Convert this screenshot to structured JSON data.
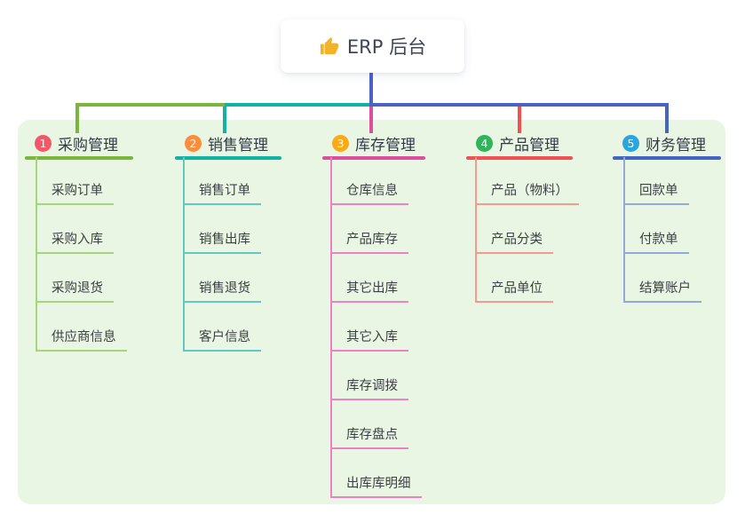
{
  "root": {
    "title": "ERP 后台",
    "icon": "thumbs-up-icon"
  },
  "colors": {
    "canvas": "#ffffff",
    "panel": "#e9f6e3",
    "root_line": "#4a61c6",
    "thumb_icon": "#f2b32a",
    "root_text": "#3d4656"
  },
  "bus": {
    "segments": [
      {
        "name": "bus-green",
        "color": "#7ab63c"
      },
      {
        "name": "bus-teal",
        "color": "#12b2a2"
      },
      {
        "name": "bus-blue",
        "color": "#4a61c6"
      }
    ]
  },
  "branches": [
    {
      "badge": "1",
      "label": "采购管理",
      "badge_color": "#f25968",
      "line_color": "#7ab63c",
      "child_line_color": "#a9d47e",
      "children": [
        "采购订单",
        "采购入库",
        "采购退货",
        "供应商信息"
      ]
    },
    {
      "badge": "2",
      "label": "销售管理",
      "badge_color": "#fb8d3d",
      "line_color": "#12b2a2",
      "child_line_color": "#63c8bd",
      "children": [
        "销售订单",
        "销售出库",
        "销售退货",
        "客户信息"
      ]
    },
    {
      "badge": "3",
      "label": "库存管理",
      "badge_color": "#fba919",
      "line_color": "#dc4f9f",
      "child_line_color": "#ec82c1",
      "children": [
        "仓库信息",
        "产品库存",
        "其它出库",
        "其它入库",
        "库存调拨",
        "库存盘点",
        "出库库明细"
      ]
    },
    {
      "badge": "4",
      "label": "产品管理",
      "badge_color": "#2fb45c",
      "line_color": "#f0504f",
      "child_line_color": "#f59a92",
      "children": [
        "产品（物料）",
        "产品分类",
        "产品单位"
      ]
    },
    {
      "badge": "5",
      "label": "财务管理",
      "badge_color": "#2aa5dd",
      "line_color": "#4565c2",
      "child_line_color": "#93a9dc",
      "children": [
        "回款单",
        "付款单",
        "结算账户"
      ]
    }
  ]
}
